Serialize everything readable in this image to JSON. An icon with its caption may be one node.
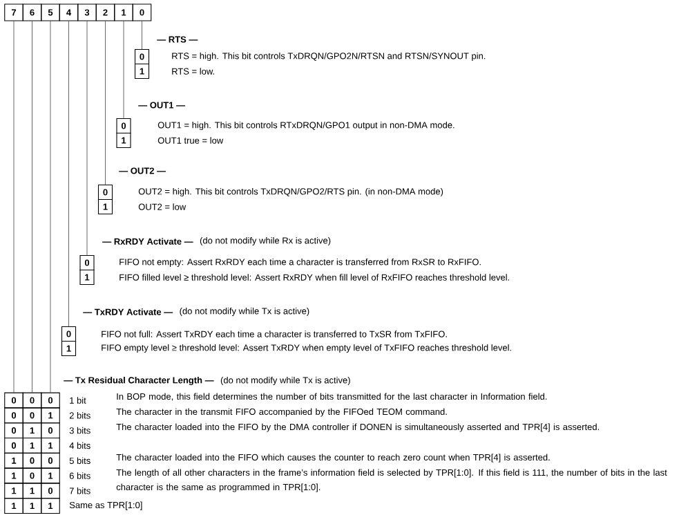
{
  "diagram": {
    "nodes": [
      {
        "text": [
          "7"
        ]
      },
      {
        "text": [
          "6"
        ]
      },
      {
        "text": [
          "5"
        ]
      },
      {
        "text": [
          "4"
        ]
      },
      {
        "text": [
          "3"
        ]
      },
      {
        "text": [
          "2"
        ]
      },
      {
        "text": [
          "1"
        ]
      },
      {
        "text": [
          "0"
        ]
      },
      {
        "text": [
          "0"
        ],
        "beside": [
          "RTS = high.  This bit controls TxDRQN/GPO2N/RTSN and RTSN/SYNOUT pin."
        ]
      },
      {
        "text": [
          "1"
        ],
        "beside": [
          "RTS = low."
        ]
      },
      {
        "text": [
          "0"
        ],
        "beside": [
          "OUT1 = high.  This bit controls RTxDRQN/GPO1 output in non-DMA mode."
        ]
      },
      {
        "text": [
          "1"
        ],
        "beside": [
          "OUT1 true = low"
        ]
      },
      {
        "text": [
          "0"
        ],
        "beside": [
          "OUT2 = high.  This bit controls TxDRQN/GPO2/RTS pin.  (in non-DMA mode)"
        ]
      },
      {
        "text": [
          "1"
        ],
        "beside": [
          "OUT2 = low"
        ]
      },
      {
        "text": [
          "0"
        ],
        "beside": [
          "FIFO not empty: Assert RxRDY each time a character is transferred from RxSR to RxFIFO."
        ]
      },
      {
        "text": [
          "1"
        ],
        "beside": [
          "FIFO filled level ≥ threshold level: Assert RxRDY when fill level of RxFIFO reaches threshold level."
        ]
      },
      {
        "text": [
          "0"
        ],
        "beside": [
          "FIFO not full: Assert TxRDY each time a character is transferred to TxSR from TxFIFO."
        ]
      },
      {
        "text": [
          "1"
        ],
        "beside": [
          "FIFO empty level ≥ threshold level: Assert TxRDY when empty level of TxFIFO reaches threshold level."
        ]
      },
      {
        "text": [
          "0"
        ]
      },
      {
        "text": [
          "0"
        ]
      },
      {
        "text": [
          "0"
        ],
        "beside": [
          "1 bit"
        ]
      },
      {
        "text": [
          "0"
        ]
      },
      {
        "text": [
          "0"
        ]
      },
      {
        "text": [
          "1"
        ],
        "beside": [
          "2 bits"
        ]
      },
      {
        "text": [
          "0"
        ]
      },
      {
        "text": [
          "1"
        ]
      },
      {
        "text": [
          "0"
        ],
        "beside": [
          "3 bits"
        ]
      },
      {
        "text": [
          "0"
        ]
      },
      {
        "text": [
          "1"
        ]
      },
      {
        "text": [
          "1"
        ],
        "beside": [
          "4 bits"
        ]
      },
      {
        "text": [
          "1"
        ]
      },
      {
        "text": [
          "0"
        ]
      },
      {
        "text": [
          "0"
        ],
        "beside": [
          "5 bits"
        ]
      },
      {
        "text": [
          "1"
        ]
      },
      {
        "text": [
          "0"
        ]
      },
      {
        "text": [
          "1"
        ],
        "beside": [
          "6 bits"
        ]
      },
      {
        "text": [
          "1"
        ]
      },
      {
        "text": [
          "1"
        ]
      },
      {
        "text": [
          "0"
        ],
        "beside": [
          "7 bits"
        ]
      },
      {
        "text": [
          "1"
        ]
      },
      {
        "text": [
          "1"
        ]
      },
      {
        "text": [
          "1"
        ],
        "beside": [
          "Same as TPR[1:0]"
        ]
      }
    ],
    "edges": [
      {
        "from": 7,
        "to": 8,
        "arrow": "none"
      },
      {
        "from": 6,
        "to": 10,
        "arrow": "none"
      },
      {
        "from": 5,
        "to": 12,
        "arrow": "none"
      },
      {
        "from": 4,
        "to": 14,
        "arrow": "none"
      },
      {
        "from": 3,
        "to": 16,
        "arrow": "none"
      },
      {
        "from": 2,
        "to": 20,
        "arrow": "none"
      },
      {
        "from": 1,
        "to": 19,
        "arrow": "none"
      },
      {
        "from": 0,
        "to": 18,
        "arrow": "none"
      }
    ],
    "labels": [
      "— RTS —",
      "— OUT1 —",
      "— OUT2 —",
      "— RxRDY Activate —",
      "(do not modify while Rx is active)",
      "— TxRDY Activate —",
      "(do not modify while Tx is active)",
      "— Tx Residual Character Length —",
      "(do not modify while Tx is active)",
      "In BOP mode, this field determines the number of bits transmitted for the last character in Information field.",
      "The character in the transmit FIFO accompanied by the FIFOed TEOM command.",
      "The character loaded into the FIFO by the DMA controller if DONEN is simultaneously asserted and TPR[4] is asserted.",
      "The character loaded into the FIFO which causes the counter to reach zero count when TPR[4] is asserted.",
      "The length of all other characters in the frame’s information field is selected by TPR[1:0].  If this field is 111, the number of bits in the last character is the same as programmed in TPR[1:0]."
    ]
  }
}
